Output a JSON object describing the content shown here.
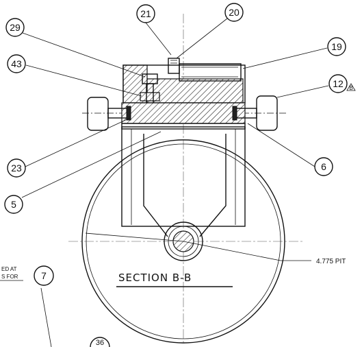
{
  "section_title": "SECTION B-B",
  "dimension_label": "4.775 PIT",
  "note_text_line1": "ED AT",
  "note_text_line2": "S FOR",
  "balloons": [
    {
      "id": "b21",
      "label": "21"
    },
    {
      "id": "b20",
      "label": "20"
    },
    {
      "id": "b29",
      "label": "29"
    },
    {
      "id": "b19",
      "label": "19"
    },
    {
      "id": "b43",
      "label": "43"
    },
    {
      "id": "b12",
      "label": "12"
    },
    {
      "id": "b23",
      "label": "23"
    },
    {
      "id": "b6",
      "label": "6"
    },
    {
      "id": "b5",
      "label": "5"
    },
    {
      "id": "b7",
      "label": "7"
    },
    {
      "id": "b36",
      "label": "36"
    }
  ],
  "revision_mark": "B"
}
